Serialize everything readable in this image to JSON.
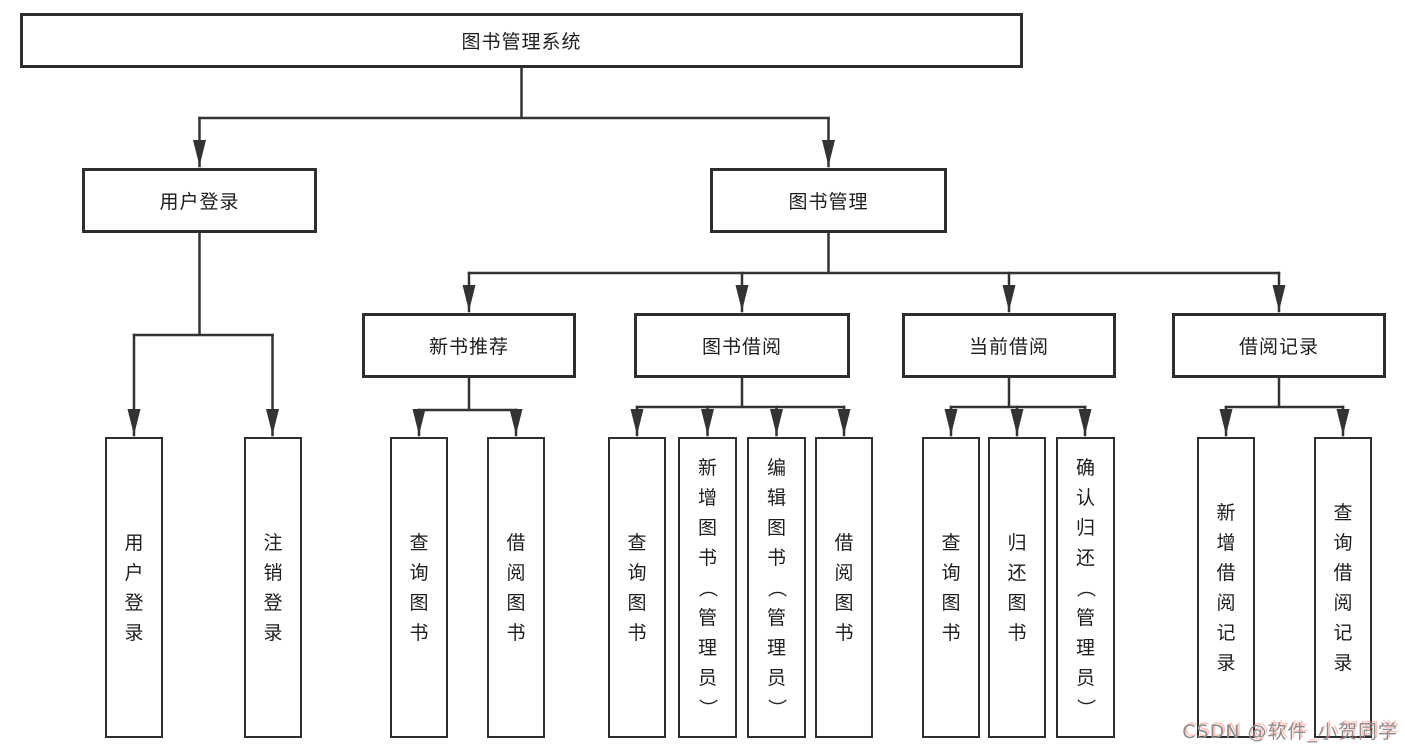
{
  "diagram": {
    "root": {
      "label": "图书管理系统"
    },
    "level2": [
      {
        "label": "用户登录"
      },
      {
        "label": "图书管理"
      }
    ],
    "level3": [
      {
        "label": "新书推荐"
      },
      {
        "label": "图书借阅"
      },
      {
        "label": "当前借阅"
      },
      {
        "label": "借阅记录"
      }
    ],
    "leaves": [
      {
        "label": "用户登录"
      },
      {
        "label": "注销登录"
      },
      {
        "label": "查询图书"
      },
      {
        "label": "借阅图书"
      },
      {
        "label": "查询图书"
      },
      {
        "label": "新增图书（管理员）"
      },
      {
        "label": "编辑图书（管理员）"
      },
      {
        "label": "借阅图书"
      },
      {
        "label": "查询图书"
      },
      {
        "label": "归还图书"
      },
      {
        "label": "确认归还（管理员）"
      },
      {
        "label": "新增借阅记录"
      },
      {
        "label": "查询借阅记录"
      }
    ]
  },
  "watermark": {
    "text": "CSDN @软件_小贺同学"
  },
  "colors": {
    "line": "#333333",
    "box_border": "#2e2e2e",
    "text": "#1e1e1e",
    "watermark_text": "#8e8e8e",
    "watermark_shadow": "#ff7d6e",
    "background": "#ffffff"
  }
}
